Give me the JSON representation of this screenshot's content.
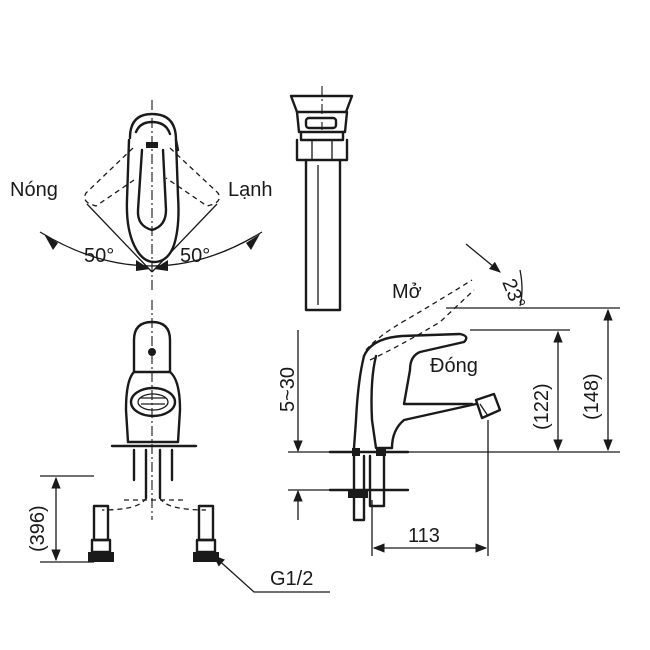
{
  "labels": {
    "hot": "Nóng",
    "cold": "Lạnh",
    "angle_left": "50°",
    "angle_right": "50°",
    "open": "Mở",
    "close": "Đóng",
    "angle_open": "23°",
    "counter_range": "5~30",
    "height_122": "(122)",
    "height_148": "(148)",
    "reach_113": "113",
    "hose_396": "(396)",
    "thread": "G1/2"
  }
}
